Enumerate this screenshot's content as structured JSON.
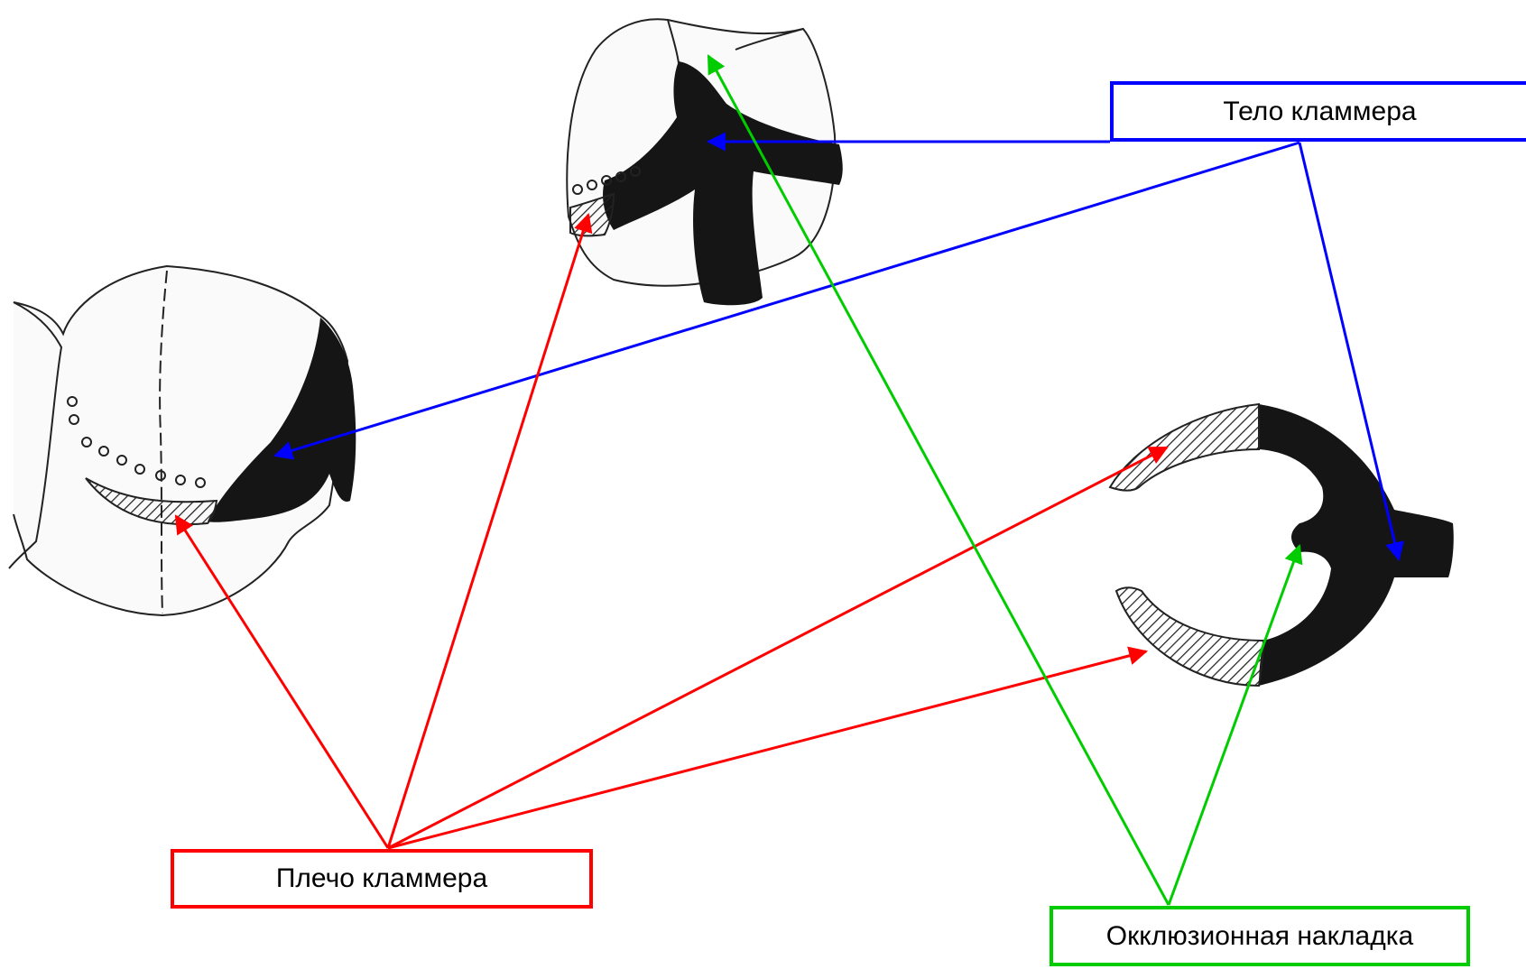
{
  "labels": {
    "clasp_body": "Тело кламмера",
    "clasp_arm": "Плечо кламмера",
    "occlusal_rest": "Окклюзионная накладка"
  },
  "colors": {
    "clasp_body": "#0000ff",
    "clasp_arm": "#ff0000",
    "occlusal_rest": "#00cc00",
    "ink": "#111111"
  }
}
